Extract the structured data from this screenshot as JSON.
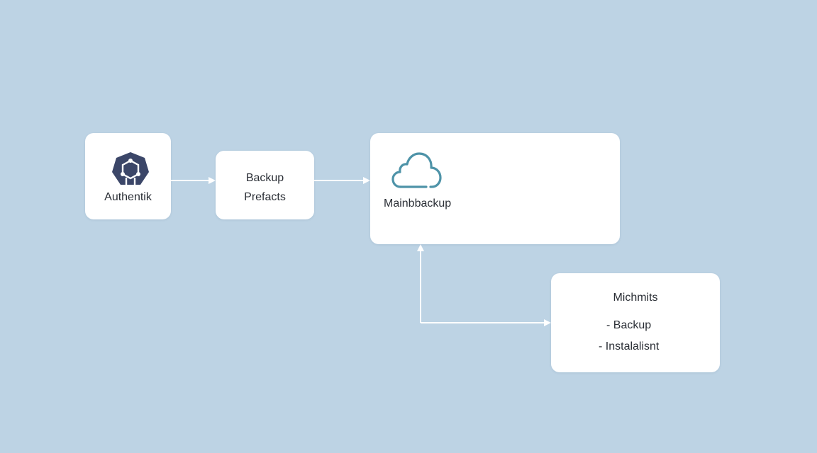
{
  "diagram": {
    "nodes": {
      "authentik": {
        "label": "Authentik",
        "icon": "hexagon-logo-icon"
      },
      "backup_prefacts": {
        "line1": "Backup",
        "line2": "Prefacts"
      },
      "mainbackup": {
        "label": "Mainbbackup",
        "icon": "cloud-icon"
      },
      "michmits": {
        "title": "Michmits",
        "items": [
          "- Backup",
          "- Instalalisnt"
        ]
      }
    },
    "edges": [
      {
        "from": "authentik",
        "to": "backup_prefacts"
      },
      {
        "from": "backup_prefacts",
        "to": "mainbackup"
      },
      {
        "from": "michmits",
        "to": "mainbackup"
      },
      {
        "from": "mainbackup",
        "to": "michmits"
      }
    ],
    "colors": {
      "background": "#bdd3e4",
      "node": "#ffffff",
      "edge": "#ffffff",
      "logo": "#3b4668",
      "cloud": "#4e93a8"
    }
  }
}
